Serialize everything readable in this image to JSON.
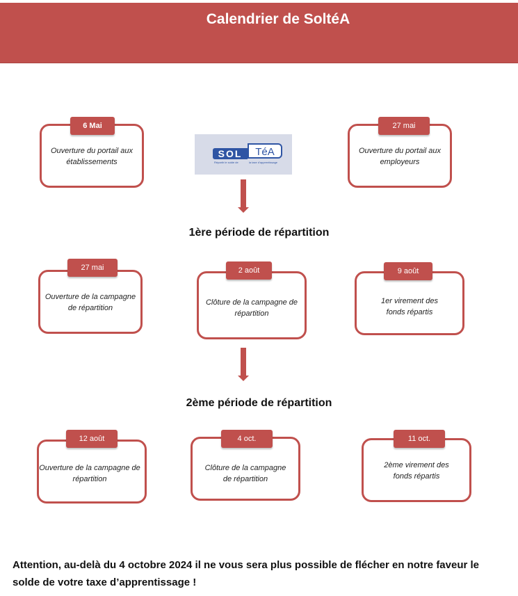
{
  "header": {
    "title": "Calendrier de SoltéA"
  },
  "logo": {
    "sol": "SOL",
    "tea": "TéA",
    "caption_left": "Répartir le solde de",
    "caption_right": "la taxe d'apprentissage"
  },
  "opening": [
    {
      "date": "6 Mai",
      "text": "Ouverture du portail aux établissements"
    },
    {
      "date": "27 mai",
      "text": "Ouverture du portail aux employeurs"
    }
  ],
  "period1": {
    "title": "1ère période de répartition",
    "steps": [
      {
        "date": "27 mai",
        "text": "Ouverture de la campagne de répartition"
      },
      {
        "date": "2 août",
        "text": "Clôture de la campagne de répartition"
      },
      {
        "date": "9 août",
        "text": "1er virement des fonds répartis"
      }
    ]
  },
  "period2": {
    "title": "2ème période de répartition",
    "steps": [
      {
        "date": "12 août",
        "text": "Ouverture de la campagne de répartition"
      },
      {
        "date": "4 oct.",
        "text": "Clôture de la campagne de répartition"
      },
      {
        "date": "11 oct.",
        "text": "2ème virement des fonds répartis"
      }
    ]
  },
  "warning": "Attention, au-delà du 4 octobre 2024 il ne vous sera plus possible de flécher en notre faveur le solde de votre taxe d’apprentissage !",
  "colors": {
    "accent": "#c0504d",
    "logo_blue": "#2f55a4"
  }
}
